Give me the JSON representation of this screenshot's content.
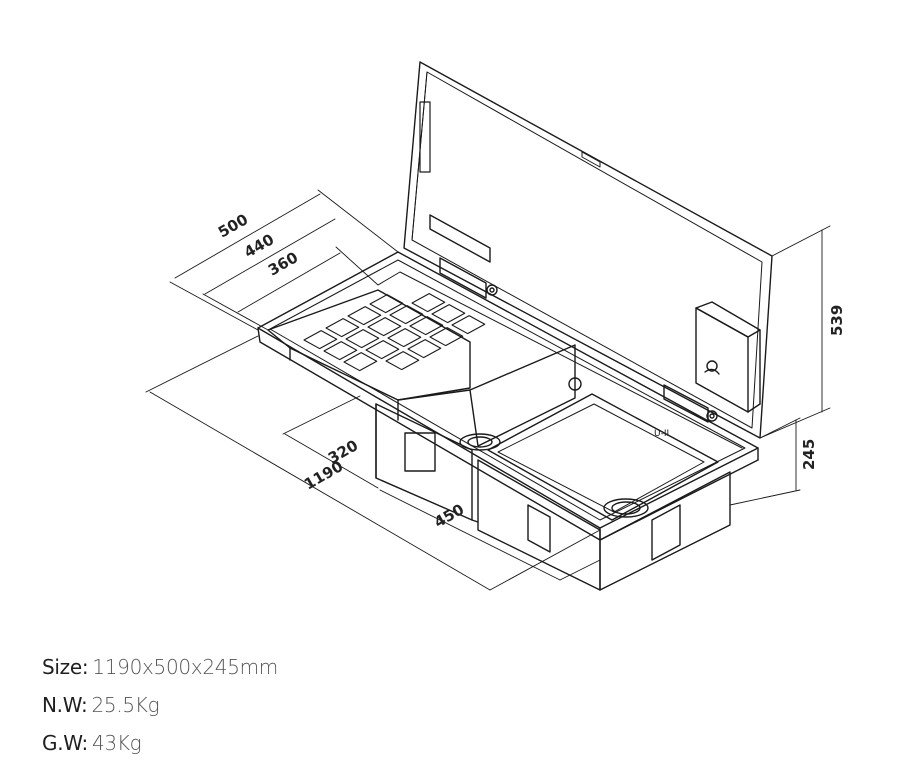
{
  "dimensions": {
    "width_500": "500",
    "width_440": "440",
    "width_360": "360",
    "bowl_320": "320",
    "length_1190": "1190",
    "bowl_450": "450",
    "lid_height_539": "539",
    "depth_245": "245"
  },
  "specs": [
    {
      "key": "Size:",
      "value": "1190x500x245mm"
    },
    {
      "key": "N.W:",
      "value": "25.5Kg"
    },
    {
      "key": "G.W:",
      "value": "43Kg"
    }
  ],
  "colors": {
    "line": "#1a1a1a",
    "text": "#222222",
    "value_text": "#555555"
  }
}
